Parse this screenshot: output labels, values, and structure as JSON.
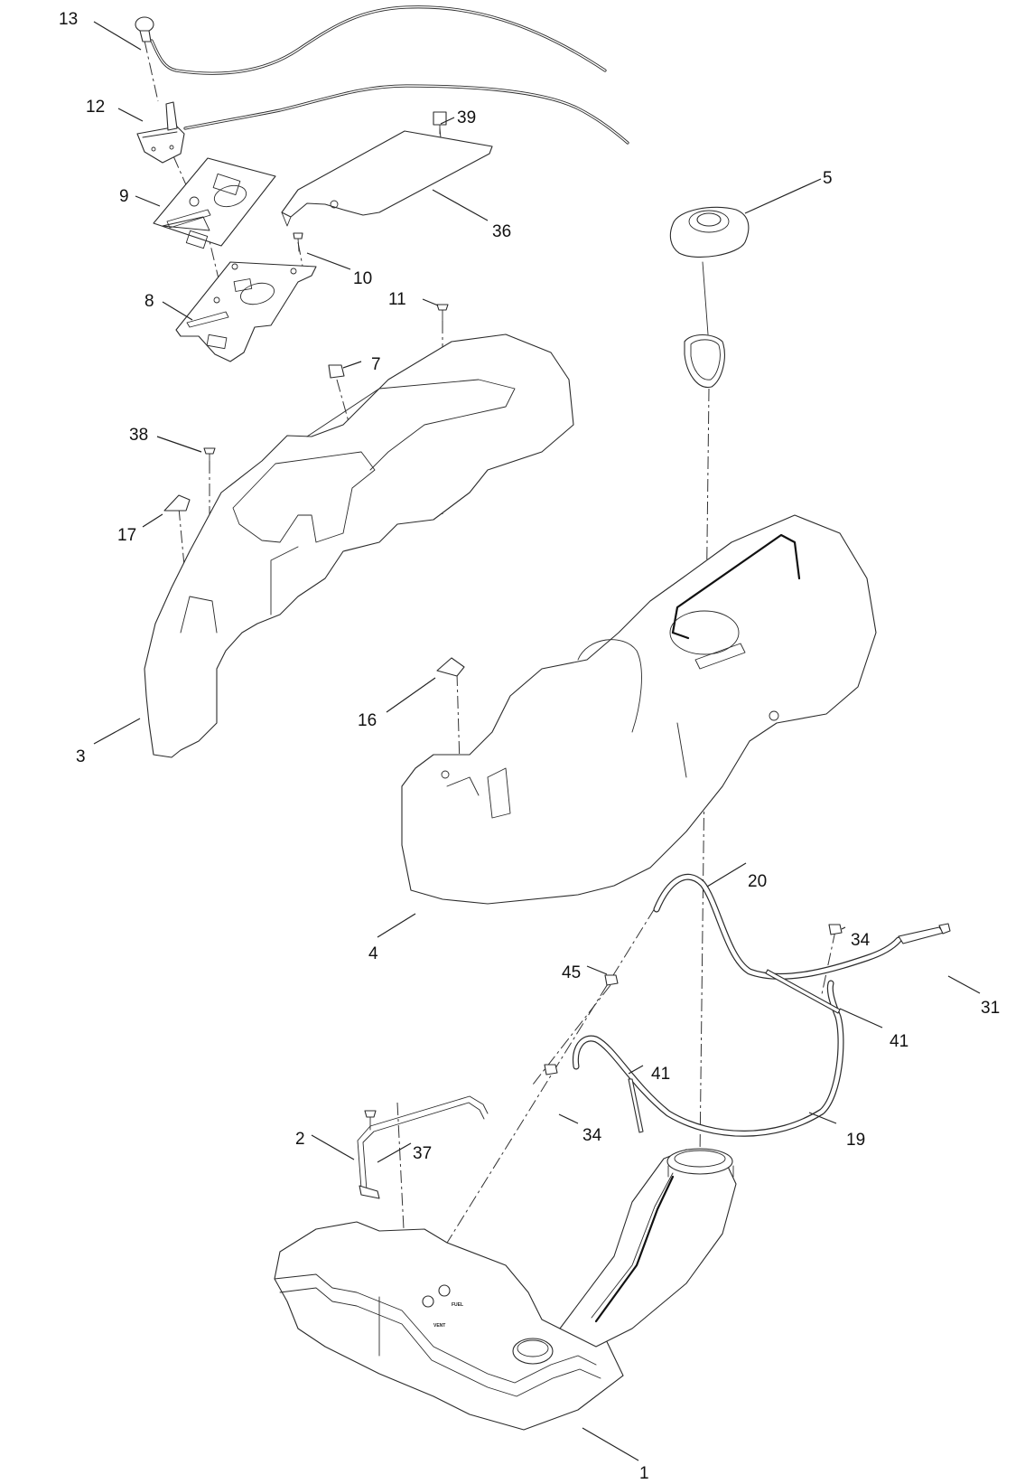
{
  "callouts": [
    {
      "label": "13"
    },
    {
      "label": "12"
    },
    {
      "label": "39"
    },
    {
      "label": "9"
    },
    {
      "label": "36"
    },
    {
      "label": "5"
    },
    {
      "label": "10"
    },
    {
      "label": "8"
    },
    {
      "label": "11"
    },
    {
      "label": "7"
    },
    {
      "label": "38"
    },
    {
      "label": "17"
    },
    {
      "label": "16"
    },
    {
      "label": "3"
    },
    {
      "label": "20"
    },
    {
      "label": "4"
    },
    {
      "label": "34"
    },
    {
      "label": "45"
    },
    {
      "label": "31"
    },
    {
      "label": "41"
    },
    {
      "label": "41"
    },
    {
      "label": "34"
    },
    {
      "label": "19"
    },
    {
      "label": "2"
    },
    {
      "label": "37"
    },
    {
      "label": "1"
    }
  ],
  "tank_labels": {
    "fuel": "FUEL",
    "vent": "VENT"
  }
}
